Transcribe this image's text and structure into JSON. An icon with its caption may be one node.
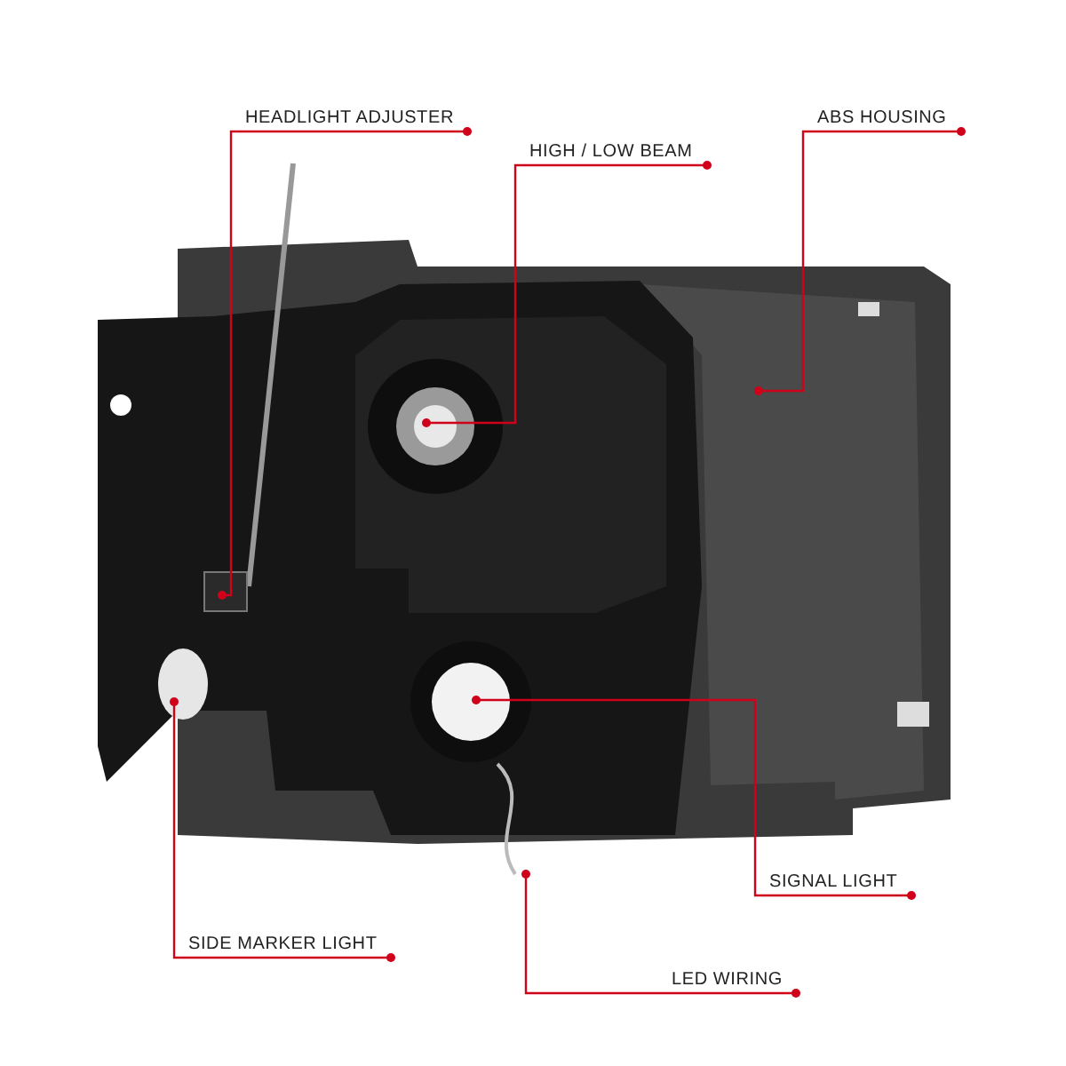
{
  "diagram": {
    "nodes": [
      {
        "text": [
          "HEADLIGHT ADJUSTER"
        ]
      },
      {
        "text": [
          "HIGH / LOW BEAM"
        ]
      },
      {
        "text": [
          "ABS HOUSING"
        ]
      },
      {
        "text": [
          "SIGNAL LIGHT"
        ]
      },
      {
        "text": [
          "SIDE MARKER LIGHT"
        ]
      },
      {
        "text": [
          "LED WIRING"
        ]
      }
    ],
    "edges": [
      {
        "from": 0,
        "to": null,
        "arrow": "other"
      },
      {
        "from": 1,
        "to": null,
        "arrow": "other"
      },
      {
        "from": 2,
        "to": null,
        "arrow": "other"
      },
      {
        "from": 3,
        "to": null,
        "arrow": "other"
      },
      {
        "from": 4,
        "to": null,
        "arrow": "other"
      },
      {
        "from": 5,
        "to": null,
        "arrow": "other"
      }
    ]
  }
}
